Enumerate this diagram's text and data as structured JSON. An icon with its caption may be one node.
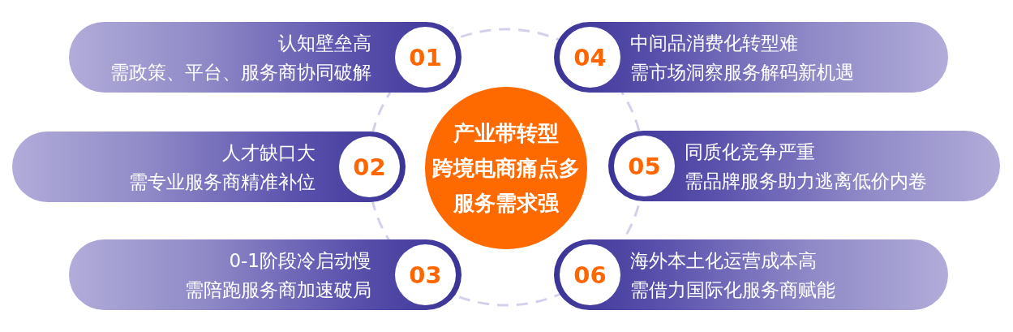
{
  "diagram": {
    "nodes": [
      {
        "text": [
          "产业带转型",
          "跨境电商痛点多",
          "服务需求强"
        ]
      },
      {
        "text": [
          "认知壁垒高",
          "需政策、平台、服务商协同破解"
        ]
      },
      {
        "text": [
          "01"
        ],
        "in": 1
      },
      {
        "text": [
          "人才缺口大",
          "需专业服务商精准补位"
        ]
      },
      {
        "text": [
          "02"
        ],
        "in": 3
      },
      {
        "text": [
          "0-1阶段冷启动慢",
          "需陪跑服务商加速破局"
        ]
      },
      {
        "text": [
          "03"
        ],
        "in": 5
      },
      {
        "text": [
          "中间品消费化转型难",
          "需市场洞察服务解码新机遇"
        ]
      },
      {
        "text": [
          "04"
        ],
        "in": 7
      },
      {
        "text": [
          "同质化竞争严重",
          "需品牌服务助力逃离低价内卷"
        ]
      },
      {
        "text": [
          "05"
        ],
        "in": 9
      },
      {
        "text": [
          "海外本土化运营成本高",
          "需借力国际化服务商赋能"
        ]
      },
      {
        "text": [
          "06"
        ],
        "in": 11
      }
    ]
  }
}
